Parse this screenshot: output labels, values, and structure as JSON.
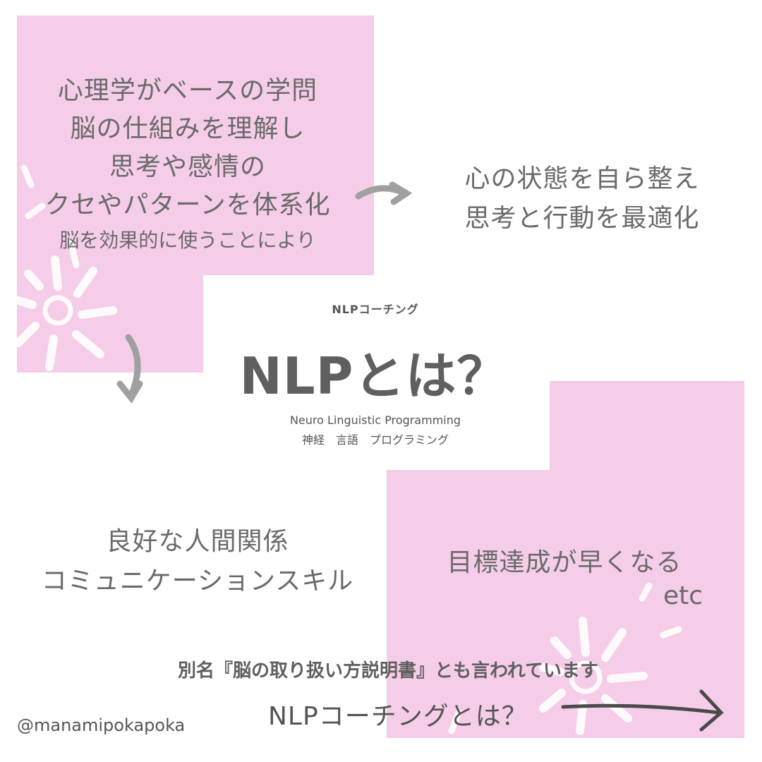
{
  "top_left": {
    "lines": [
      "心理学がベースの学問",
      "脳の仕組みを理解し",
      "思考や感情の",
      "クセやパターンを体系化"
    ],
    "small_line": "脳を効果的に使うことにより"
  },
  "top_right": {
    "lines": [
      "心の状態を自ら整え",
      "思考と行動を最適化"
    ]
  },
  "center": {
    "subtitle": "NLPコーチング",
    "title": "NLPとは？",
    "english": "Neuro Linguistic Programming",
    "japanese": "神経　言語　プログラミング"
  },
  "bottom_left": {
    "lines": [
      "良好な人間関係",
      "コミュニケーションスキル"
    ]
  },
  "bottom_right": {
    "goal": "目標達成が早くなる",
    "etc": "etc"
  },
  "alias": "別名『脳の取り扱い方説明書』とも言われています",
  "cta": "NLPコーチングとは？",
  "handle": "@manamipokapoka",
  "colors": {
    "pink": "#f5cde8",
    "text": "#666666",
    "arrow": "#999999",
    "deco": "#ffffff"
  },
  "icons": [
    "curved-arrow-right-icon",
    "curved-arrow-down-icon",
    "long-arrow-right-icon",
    "sparkle-burst-icon"
  ]
}
